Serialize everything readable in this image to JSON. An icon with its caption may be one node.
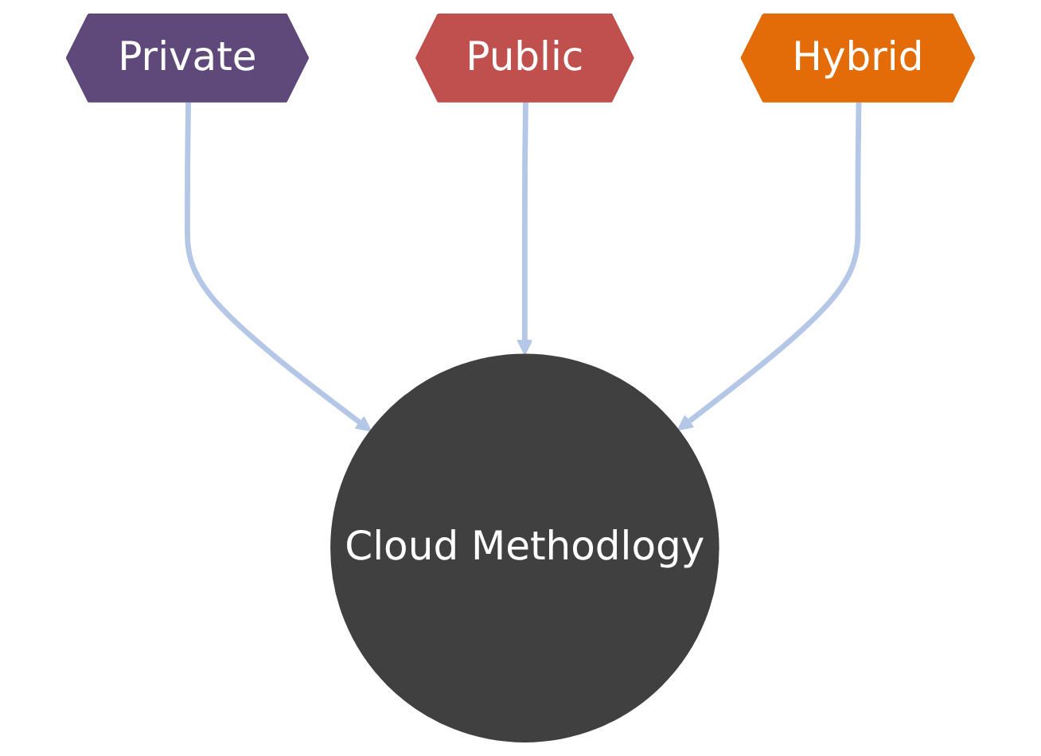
{
  "diagram": {
    "nodes": [
      {
        "text": [
          "Private"
        ]
      },
      {
        "text": [
          "Public"
        ]
      },
      {
        "text": [
          "Hybrid"
        ]
      },
      {
        "text": [
          "Cloud Methodlogy"
        ]
      }
    ],
    "edges": [
      {
        "from": 0,
        "to": 3,
        "arrow": "to"
      },
      {
        "from": 1,
        "to": 3,
        "arrow": "to"
      },
      {
        "from": 2,
        "to": 3,
        "arrow": "to"
      }
    ]
  }
}
